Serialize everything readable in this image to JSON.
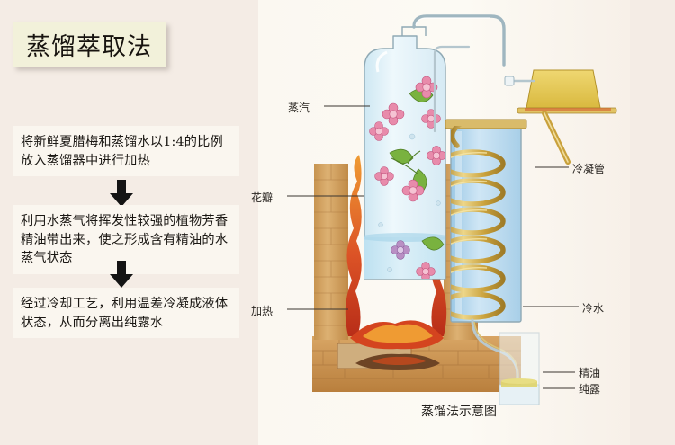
{
  "page": {
    "background_color": "#f4ece5",
    "panel_color": "#fbf8f1"
  },
  "title": {
    "text": "蒸馏萃取法",
    "box_color": "#f2f1da"
  },
  "steps": [
    {
      "id": "step-1",
      "text": "将新鲜夏腊梅和蒸馏水以1:4的比例放入蒸馏器中进行加热"
    },
    {
      "id": "step-2",
      "text": "利用水蒸气将挥发性较强的植物芳香精油带出来，使之形成含有精油的水蒸气状态"
    },
    {
      "id": "step-3",
      "text": "经过冷却工艺，利用温差冷凝成液体状态，从而分离出纯露水"
    }
  ],
  "arrows": {
    "icon": "arrow-down-icon",
    "color": "#141414",
    "count": 2
  },
  "diagram": {
    "caption": "蒸馏法示意图",
    "labels": {
      "steam": "蒸汽",
      "petals": "花瓣",
      "heating": "加热",
      "condenser": "冷凝管",
      "cold_water": "冷水",
      "essential_oil": "精油",
      "hydrosol": "纯露"
    },
    "colors": {
      "flask_glass": "#dceef5",
      "flask_water": "#c9e6f2",
      "brick": "#d6a55f",
      "flame": "#d6422a",
      "flame_inner": "#f0912f",
      "condenser_water": "#aed4ea",
      "coil_metal": "#c9a13c",
      "reservoir": "#e8c85a",
      "petal_pink": "#e58aa8",
      "leaf_green": "#7cb342"
    }
  }
}
